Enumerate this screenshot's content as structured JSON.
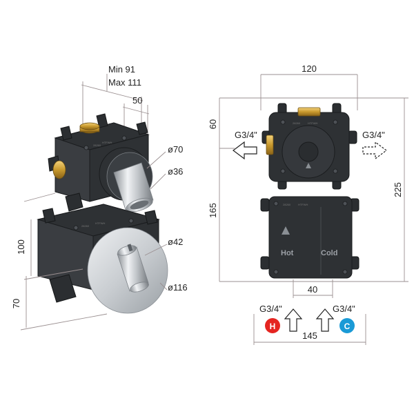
{
  "colors": {
    "hot": "#e52521",
    "cold": "#1a9ad6",
    "body": "#2e3134",
    "brass": "#c99a2e",
    "chrome": "#c8cbce",
    "dimension_line": "#9a8f90"
  },
  "perspective_view": {
    "depth_min": "Min 91",
    "depth_max": "Max 111",
    "depth_50": "50",
    "diam_70": "ø70",
    "diam_36": "ø36",
    "diam_42": "ø42",
    "diam_116": "ø116",
    "height_100": "100",
    "height_70": "70"
  },
  "front_view": {
    "width_120": "120",
    "width_40": "40",
    "width_145": "145",
    "height_60": "60",
    "height_165": "165",
    "height_225": "225",
    "outlet_left": "G3/4\"",
    "outlet_right": "G3/4\"",
    "inlet_hot_thread": "G3/4\"",
    "inlet_cold_thread": "G3/4\"",
    "hot_badge": "H",
    "cold_badge": "C",
    "embossed_hot": "Hot",
    "embossed_cold": "Cold"
  },
  "icons": [
    "arrow-left-icon",
    "arrow-right-dashed-icon",
    "arrow-up-icon",
    "hot-badge-icon",
    "cold-badge-icon"
  ]
}
